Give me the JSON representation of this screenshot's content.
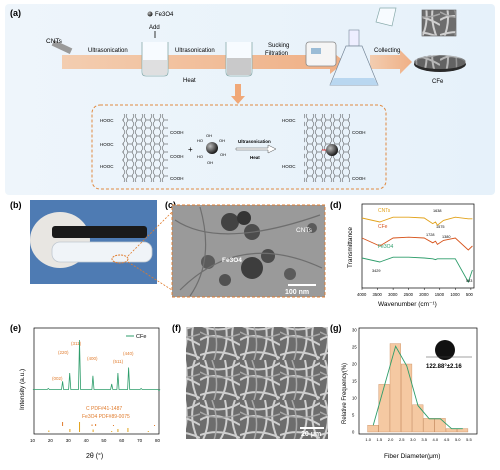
{
  "panels": {
    "a": {
      "label": "(a)",
      "items": {
        "cnts": "CNTs",
        "fe3o4": "Fe3O4",
        "add": "Add",
        "ultra1": "Ultrasonication",
        "ultra2": "Ultrasonication",
        "heat": "Heat",
        "sucking": "Sucking",
        "filtration": "Filtration",
        "collecting": "Collecting",
        "cfe": "CFe",
        "rxn_ultra": "Ultrasonication",
        "rxn_heat": "Heat",
        "plus": "+",
        "cooh": "COOH",
        "hooc": "HOOC",
        "oh": "OH",
        "ho": "HO"
      }
    },
    "b": {
      "label": "(b)"
    },
    "c": {
      "label": "(c)",
      "cnts": "CNTs",
      "fe3o4": "Fe3O4",
      "scale": "100 nm"
    },
    "d": {
      "label": "(d)",
      "xlabel": "Wavenumber (cm⁻¹)",
      "ylabel": "Transmittance",
      "legend": [
        "CNTs",
        "CFe",
        "Fe3O4"
      ],
      "peak_labels": [
        "3429",
        "1728",
        "1638",
        "1575",
        "1380",
        "583"
      ],
      "xticks": [
        "4000",
        "3500",
        "3000",
        "2500",
        "2000",
        "1500",
        "1000",
        "500"
      ]
    },
    "e": {
      "label": "(e)",
      "xlabel": "2θ (°)",
      "ylabel": "Intensity (a.u.)",
      "legend": "CFe",
      "ref1": "C PDF#41-1487",
      "ref2": "Fe3O4 PDF#89-0075",
      "peak_labels": [
        "(220)",
        "(311)",
        "(400)",
        "(511)",
        "(440)",
        "(002)"
      ],
      "xticks": [
        "10",
        "20",
        "30",
        "40",
        "50",
        "60",
        "70",
        "80"
      ]
    },
    "f": {
      "label": "(f)",
      "scale": "20 μm"
    },
    "g": {
      "label": "(g)",
      "xlabel": "Fiber Diameter(μm)",
      "ylabel": "Relative Frequency(%)",
      "angle": "122.88°±2.16",
      "xticks": [
        "1.0",
        "1.5",
        "2.0",
        "2.5",
        "3.0",
        "3.5",
        "4.0",
        "4.5",
        "5.0",
        "5.5"
      ],
      "yticks": [
        "0",
        "5",
        "10",
        "15",
        "20",
        "25",
        "30"
      ]
    }
  },
  "chart_data": [
    {
      "type": "line",
      "title": "",
      "xlabel": "Wavenumber (cm⁻¹)",
      "ylabel": "Transmittance",
      "xlim": [
        4000,
        400
      ],
      "series": [
        {
          "name": "CNTs",
          "x": [
            4000,
            3429,
            3000,
            2500,
            2000,
            1728,
            1638,
            1575,
            1380,
            1000,
            583,
            450
          ],
          "values": [
            0.85,
            0.8,
            0.86,
            0.86,
            0.85,
            0.78,
            0.8,
            0.76,
            0.82,
            0.86,
            0.84,
            0.84
          ]
        },
        {
          "name": "CFe",
          "x": [
            4000,
            3429,
            3000,
            2500,
            2000,
            1728,
            1638,
            1575,
            1380,
            1000,
            583,
            450
          ],
          "values": [
            0.6,
            0.5,
            0.6,
            0.61,
            0.6,
            0.54,
            0.56,
            0.52,
            0.57,
            0.6,
            0.45,
            0.5
          ]
        },
        {
          "name": "Fe3O4",
          "x": [
            4000,
            3429,
            3000,
            2500,
            2000,
            1728,
            1638,
            1575,
            1380,
            1000,
            583,
            450
          ],
          "values": [
            0.35,
            0.3,
            0.36,
            0.36,
            0.35,
            0.34,
            0.33,
            0.34,
            0.34,
            0.34,
            0.05,
            0.2
          ]
        }
      ]
    },
    {
      "type": "line",
      "title": "",
      "xlabel": "2θ (°)",
      "ylabel": "Intensity (a.u.)",
      "xlim": [
        10,
        80
      ],
      "series": [
        {
          "name": "CFe",
          "x": [
            10,
            18,
            26,
            30,
            35.5,
            43,
            53.5,
            57,
            63,
            70,
            80
          ],
          "values": [
            0.1,
            0.12,
            0.25,
            0.4,
            1.0,
            0.35,
            0.2,
            0.4,
            0.5,
            0.12,
            0.08
          ]
        }
      ],
      "references": [
        {
          "name": "C PDF#41-1487",
          "x": [
            26,
            42.5,
            44.5,
            54.5,
            77.5
          ],
          "values": [
            0.4,
            0.15,
            0.2,
            0.1,
            0.1
          ]
        },
        {
          "name": "Fe3O4 PDF#89-0075",
          "x": [
            18.3,
            30.1,
            35.5,
            43.1,
            53.5,
            57,
            62.6,
            74
          ],
          "values": [
            0.15,
            0.3,
            1.0,
            0.25,
            0.1,
            0.3,
            0.4,
            0.1
          ]
        }
      ]
    },
    {
      "type": "bar",
      "title": "",
      "xlabel": "Fiber Diameter(μm)",
      "ylabel": "Relative Frequency(%)",
      "categories": [
        "1.25",
        "1.75",
        "2.25",
        "2.75",
        "3.25",
        "3.75",
        "4.25",
        "4.75",
        "5.25"
      ],
      "values": [
        2,
        14,
        26,
        20,
        8,
        4,
        4,
        1,
        1
      ],
      "ylim": [
        0,
        30
      ]
    }
  ]
}
